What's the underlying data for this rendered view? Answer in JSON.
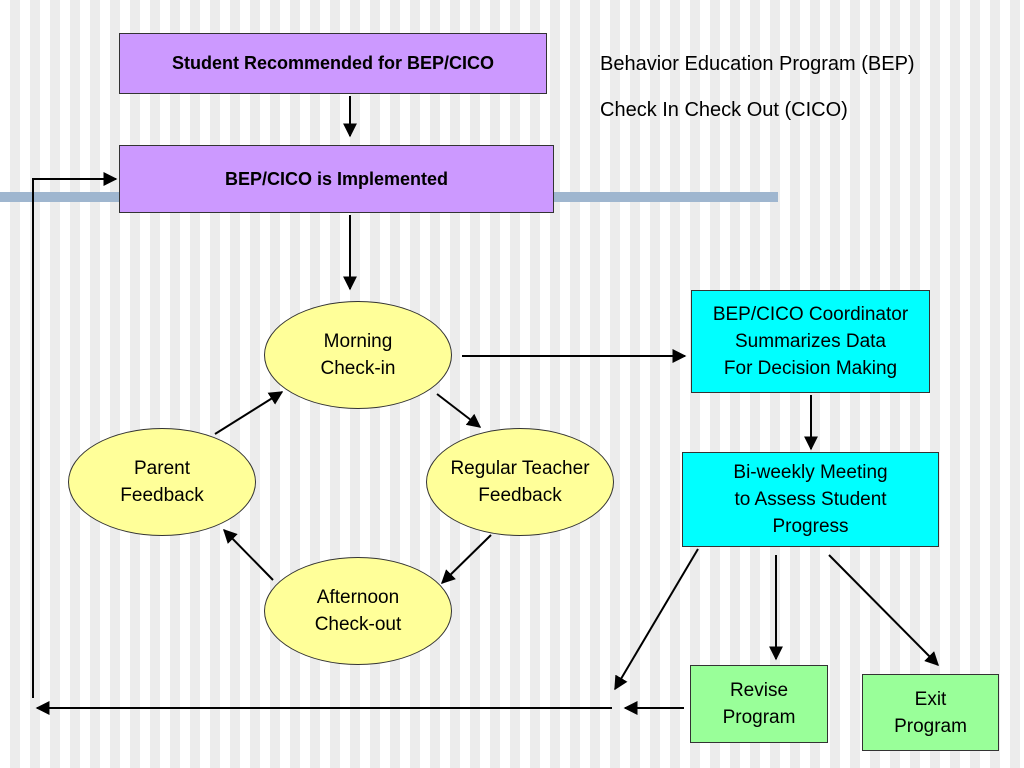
{
  "legend": {
    "line1": "Behavior Education Program (BEP)",
    "line2": "Check In Check Out (CICO)"
  },
  "nodes": {
    "recommended": "Student Recommended for BEP/CICO",
    "implemented": "BEP/CICO is Implemented",
    "morning": [
      "Morning",
      "Check-in"
    ],
    "teacher": [
      "Regular Teacher",
      "Feedback"
    ],
    "afternoon": [
      "Afternoon",
      "Check-out"
    ],
    "parent": [
      "Parent",
      "Feedback"
    ],
    "coordinator": [
      "BEP/CICO Coordinator",
      "Summarizes Data",
      "For Decision Making"
    ],
    "meeting": [
      "Bi-weekly Meeting",
      "to Assess Student",
      "Progress"
    ],
    "revise": [
      "Revise",
      "Program"
    ],
    "exit": [
      "Exit",
      "Program"
    ]
  },
  "colors": {
    "process_box": "#cc99ff",
    "cycle_oval": "#ffff99",
    "data_box": "#00ffff",
    "outcome_box": "#99ff99"
  }
}
